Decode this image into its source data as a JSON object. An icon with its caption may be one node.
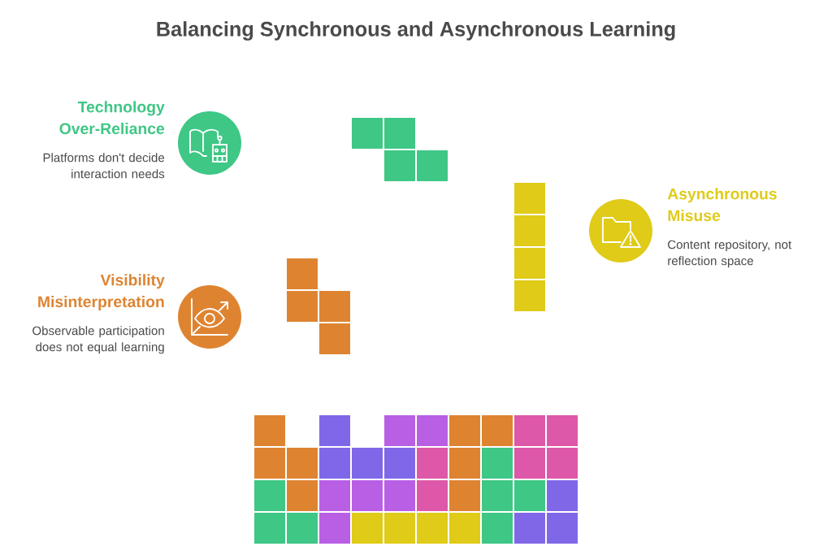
{
  "diagram": {
    "title": "Balancing Synchronous and Asynchronous Learning",
    "nodes": [
      {
        "text": [
          "Technology Over-Reliance",
          "Platforms don't decide interaction needs"
        ]
      },
      {
        "text": [
          "Asynchronous Misuse",
          "Content repository, not reflection space"
        ]
      },
      {
        "text": [
          "Visibility Misinterpretation",
          "Observable participation does not equal learning"
        ]
      }
    ]
  }
}
